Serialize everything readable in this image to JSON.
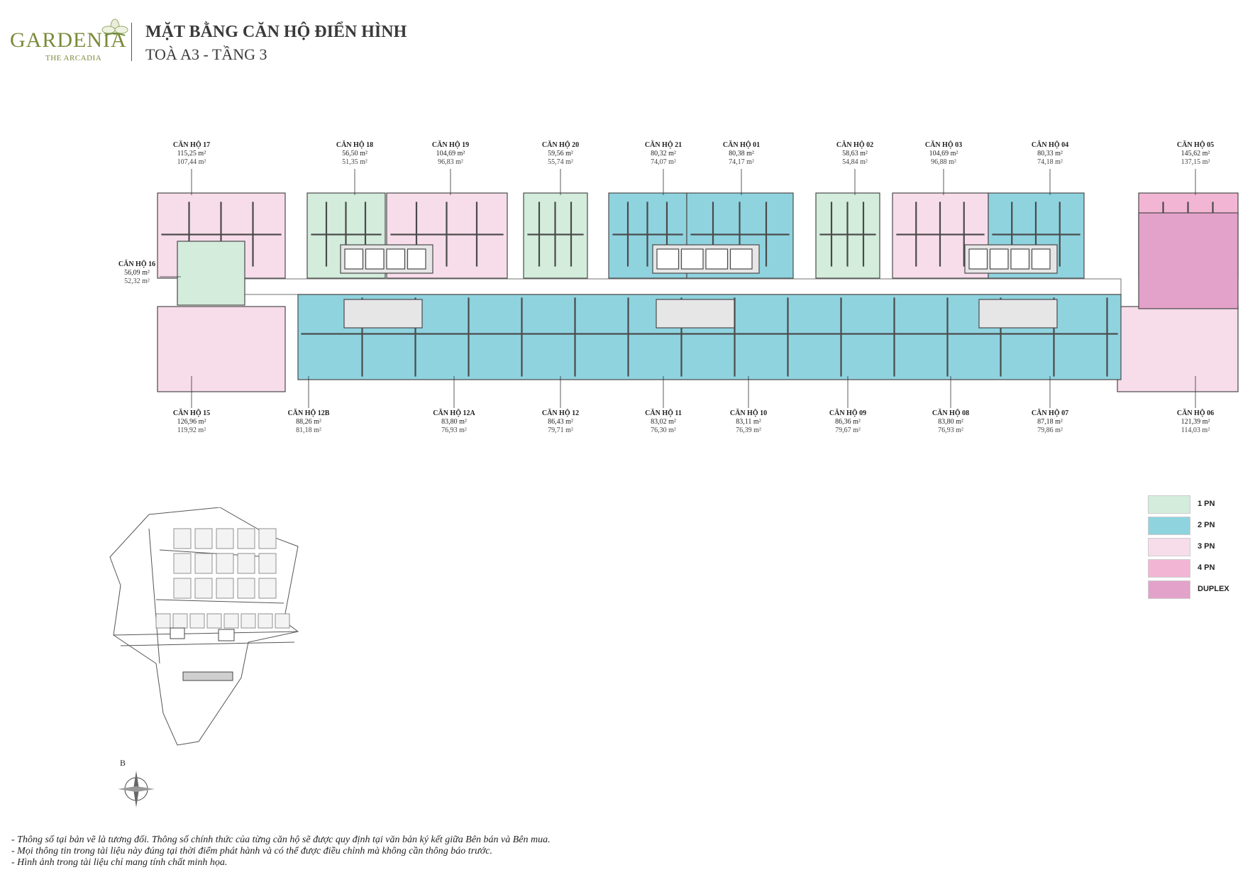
{
  "header": {
    "logo_word": "GARDENIA",
    "logo_sub": "THE ARCADIA",
    "title": "MẶT BẰNG CĂN HỘ ĐIỂN HÌNH",
    "subtitle": "TOÀ A3 - TẦNG 3"
  },
  "colors": {
    "1pn": "#d3ecdc",
    "2pn": "#8fd3df",
    "3pn": "#f7dcea",
    "4pn": "#f2b6d4",
    "duplex": "#e3a2c9",
    "wall": "#4a4a4a"
  },
  "units_top": [
    {
      "name": "CĂN HỘ 17",
      "area1": "115,25 m²",
      "area2": "107,44 m²"
    },
    {
      "name": "CĂN HỘ 18",
      "area1": "56,50 m²",
      "area2": "51,35 m²"
    },
    {
      "name": "CĂN HỘ 19",
      "area1": "104,69 m²",
      "area2": "96,83 m²"
    },
    {
      "name": "CĂN HỘ 20",
      "area1": "59,56 m²",
      "area2": "55,74 m²"
    },
    {
      "name": "CĂN HỘ 21",
      "area1": "80,32 m²",
      "area2": "74,07 m²"
    },
    {
      "name": "CĂN HỘ 01",
      "area1": "80,38 m²",
      "area2": "74,17 m²"
    },
    {
      "name": "CĂN HỘ 02",
      "area1": "58,63 m²",
      "area2": "54,84 m²"
    },
    {
      "name": "CĂN HỘ 03",
      "area1": "104,69 m²",
      "area2": "96,88 m²"
    },
    {
      "name": "CĂN HỘ 04",
      "area1": "80,33 m²",
      "area2": "74,18 m²"
    },
    {
      "name": "CĂN HỘ 05",
      "area1": "145,62 m²",
      "area2": "137,15 m²"
    }
  ],
  "unit_16": {
    "name": "CĂN HỘ 16",
    "area1": "56,09 m²",
    "area2": "52,32 m²"
  },
  "units_bottom": [
    {
      "name": "CĂN HỘ 15",
      "area1": "126,96 m²",
      "area2": "119,92 m²"
    },
    {
      "name": "CĂN HỘ 12B",
      "area1": "88,26 m²",
      "area2": "81,18 m²"
    },
    {
      "name": "CĂN HỘ 12A",
      "area1": "83,80 m²",
      "area2": "76,93 m²"
    },
    {
      "name": "CĂN HỘ 12",
      "area1": "86,43 m²",
      "area2": "79,71 m²"
    },
    {
      "name": "CĂN HỘ 11",
      "area1": "83,02 m²",
      "area2": "76,30 m²"
    },
    {
      "name": "CĂN HỘ 10",
      "area1": "83,11 m²",
      "area2": "76,39 m²"
    },
    {
      "name": "CĂN HỘ 09",
      "area1": "86,36 m²",
      "area2": "79,67 m²"
    },
    {
      "name": "CĂN HỘ 08",
      "area1": "83,80 m²",
      "area2": "76,93 m²"
    },
    {
      "name": "CĂN HỘ 07",
      "area1": "87,18 m²",
      "area2": "79,86 m²"
    },
    {
      "name": "CĂN HỘ 06",
      "area1": "121,39 m²",
      "area2": "114,03 m²"
    }
  ],
  "legend": [
    {
      "label": "1 PN",
      "color": "#d3ecdc"
    },
    {
      "label": "2 PN",
      "color": "#8fd3df"
    },
    {
      "label": "3 PN",
      "color": "#f7dcea"
    },
    {
      "label": "4 PN",
      "color": "#f2b6d4"
    },
    {
      "label": "DUPLEX",
      "color": "#e3a2c9"
    }
  ],
  "compass_label": "B",
  "notes": [
    "- Thông số tại bản vẽ là tương đối. Thông số chính thức của từng căn hộ sẽ được quy định tại văn bản ký kết giữa Bên bán và Bên mua.",
    "- Mọi thông tin trong tài liệu này đúng tại thời điểm phát hành và có thể được điều chỉnh mà không cần thông báo trước.",
    "- Hình ảnh trong tài liệu chỉ mang tính chất minh họa."
  ]
}
